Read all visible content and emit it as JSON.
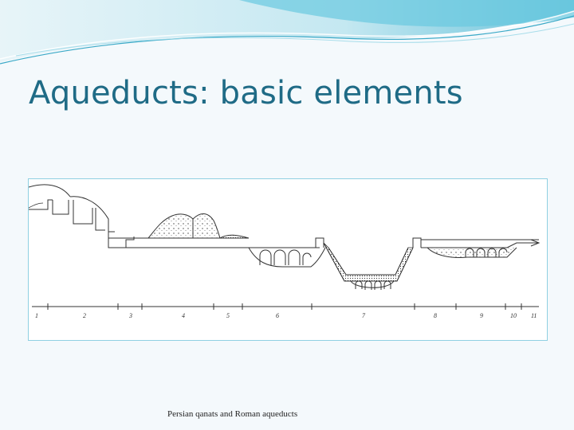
{
  "slide": {
    "title": "Aqueducts: basic elements",
    "caption": "Persian qanats and Roman aqueducts"
  },
  "figure": {
    "segment_labels": [
      "1",
      "2",
      "3",
      "4",
      "5",
      "6",
      "7",
      "8",
      "9",
      "10",
      "11"
    ]
  },
  "colors": {
    "title": "#1f6b86",
    "accent": "#5bc0d8",
    "figure_border": "#8fd0e2"
  }
}
